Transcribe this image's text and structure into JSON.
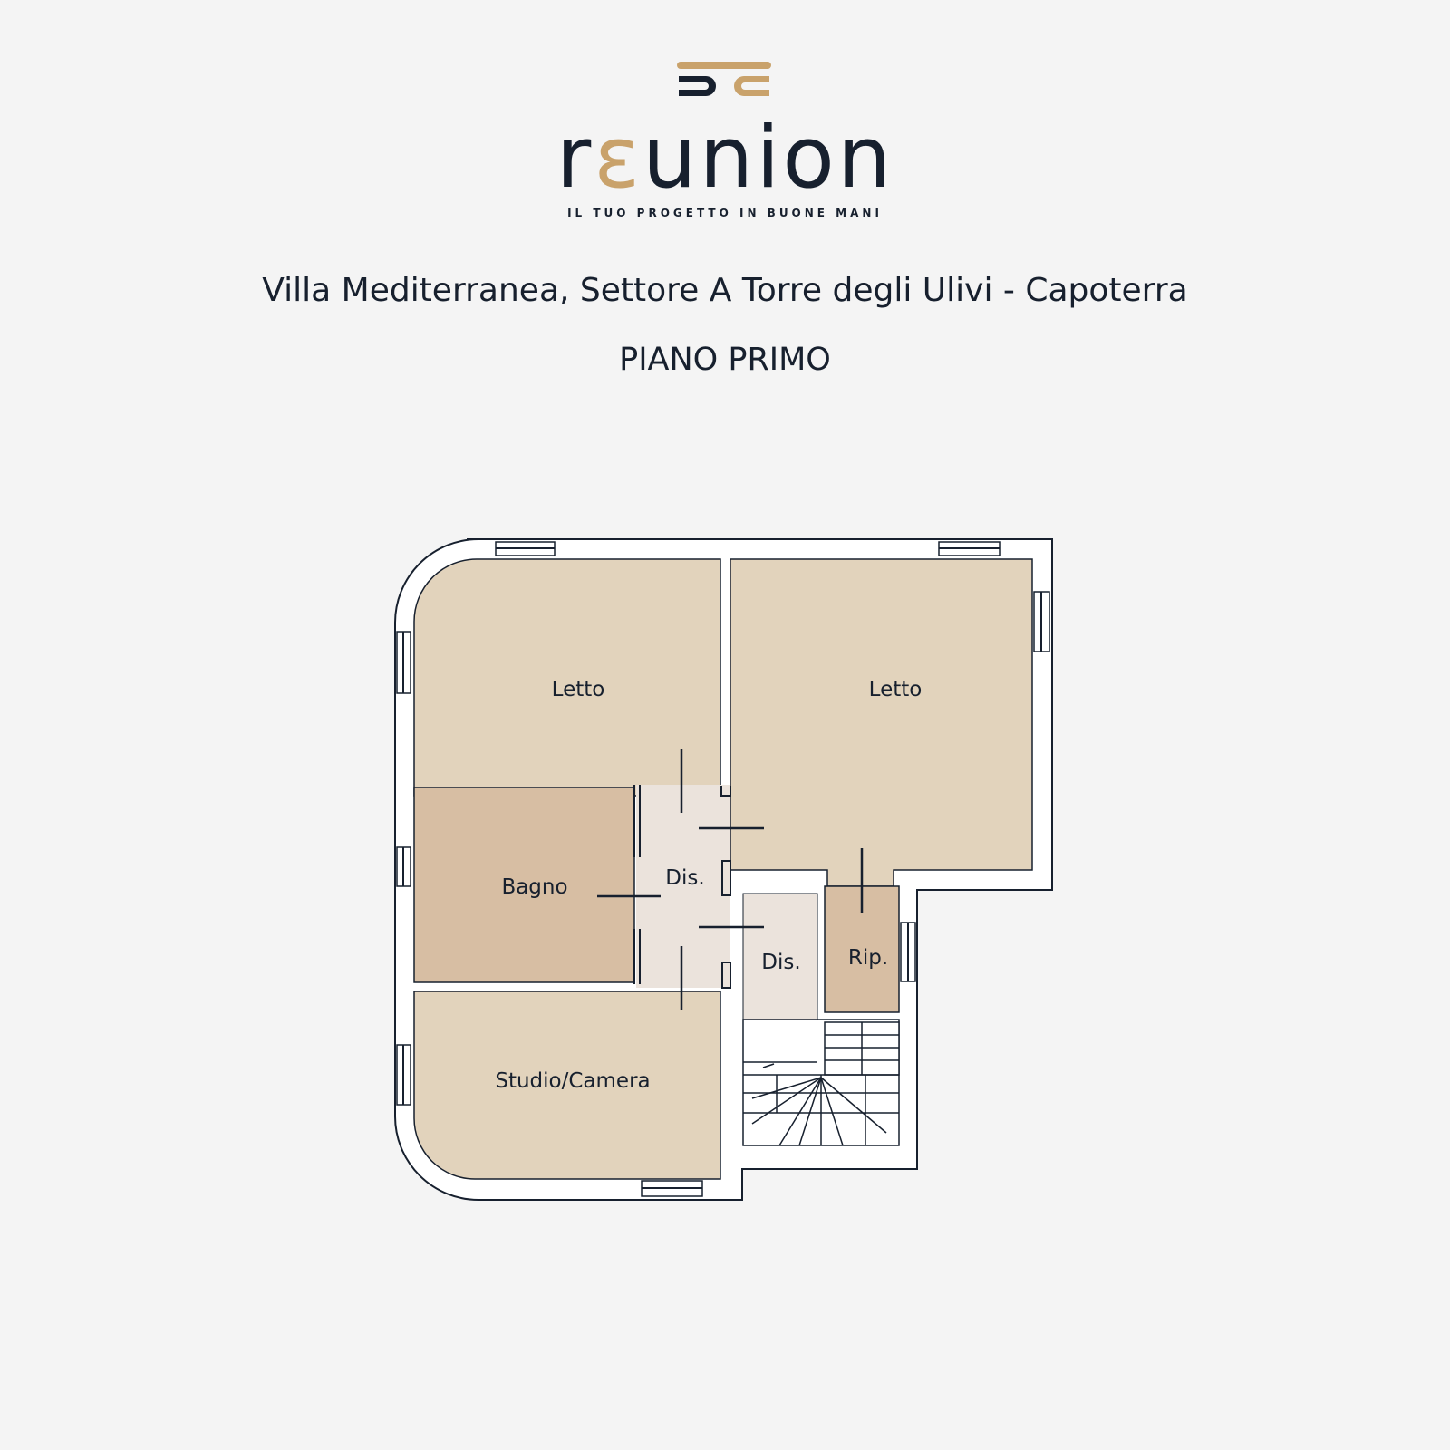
{
  "brand": {
    "name_prefix": "r",
    "name_mark": "ε",
    "name_suffix": "union",
    "tagline": "IL TUO PROGETTO IN BUONE MANI",
    "logo_icon": "reunion-logo-icon"
  },
  "header": {
    "title": "Villa Mediterranea, Settore A Torre degli Ulivi - Capoterra",
    "subtitle": "PIANO PRIMO"
  },
  "floorplan": {
    "rooms": [
      {
        "id": "letto-nw",
        "label": "Letto"
      },
      {
        "id": "letto-ne",
        "label": "Letto"
      },
      {
        "id": "bagno",
        "label": "Bagno"
      },
      {
        "id": "dis-1",
        "label": "Dis."
      },
      {
        "id": "dis-2",
        "label": "Dis."
      },
      {
        "id": "rip",
        "label": "Rip."
      },
      {
        "id": "studio",
        "label": "Studio/Camera"
      }
    ]
  },
  "colors": {
    "background": "#f4f4f4",
    "navy": "#17202e",
    "gold": "#c9a26b",
    "room_light": "#e2d3bc",
    "room_dark": "#d7bea3",
    "corridor": "#ebe3dc"
  }
}
